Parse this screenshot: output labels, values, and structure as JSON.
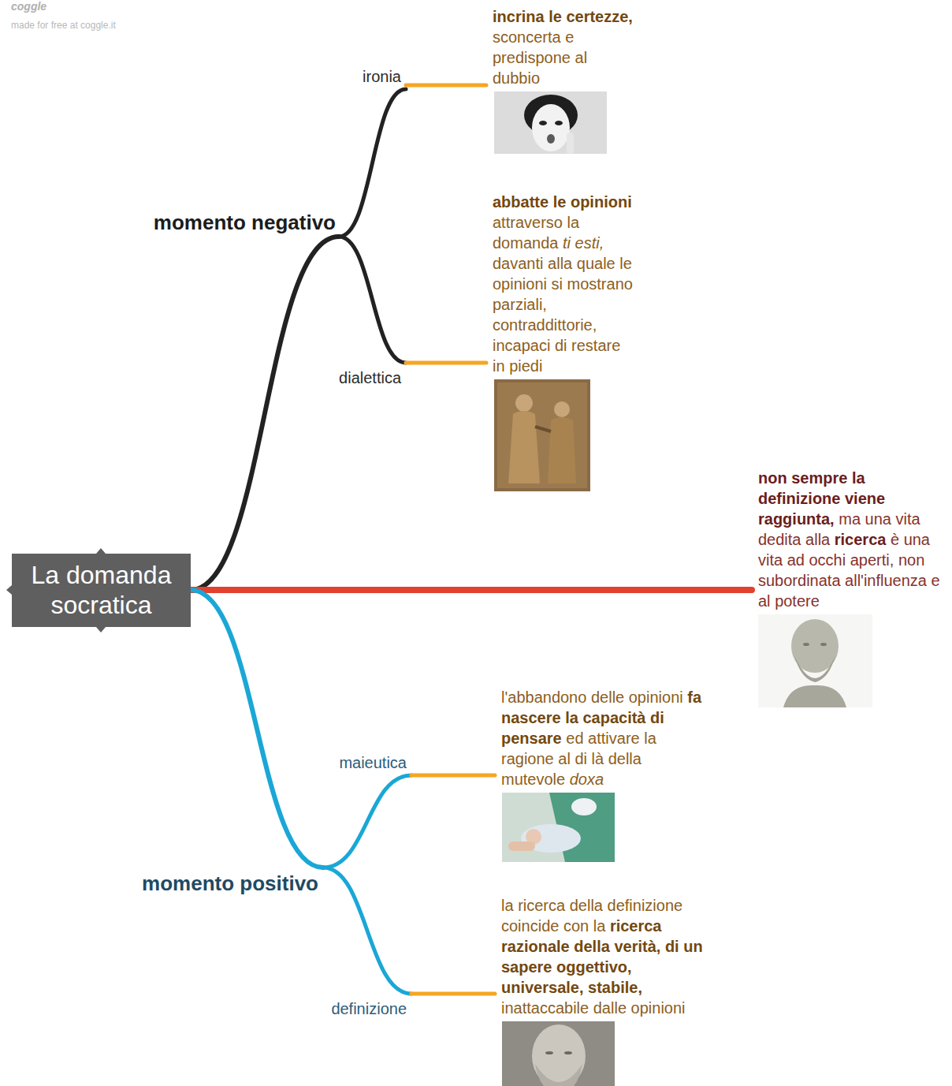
{
  "diagram": {
    "nodes": [
      {
        "text": [
          "La domanda socratica"
        ]
      },
      {
        "text": [
          "momento negativo"
        ]
      },
      {
        "text": [
          "ironia"
        ]
      },
      {
        "text": [
          "incrina le certezze, sconcerta e predispone al dubbio"
        ]
      },
      {
        "text": [
          "dialettica"
        ]
      },
      {
        "text": [
          "abbatte le opinioni attraverso la domanda ti esti, davanti alla quale le opinioni si mostrano parziali, contraddittorie, incapaci di restare in piedi"
        ]
      },
      {
        "text": [
          "non sempre la definizione viene raggiunta, ma una vita dedita alla ricerca è una vita ad occhi aperti, non subordinata all'influenza e al potere"
        ]
      },
      {
        "text": [
          "momento positivo"
        ]
      },
      {
        "text": [
          "maieutica"
        ]
      },
      {
        "text": [
          "l'abbandono delle opinioni fa nascere la capacità di pensare ed attivare la ragione al di là della mutevole doxa"
        ]
      },
      {
        "text": [
          "definizione"
        ]
      },
      {
        "text": [
          "la ricerca della definizione coincide con la ricerca razionale della verità, di un sapere oggettivo, universale, stabile, inattaccabile dalle opinioni"
        ]
      }
    ],
    "edges": [
      {
        "from": 0,
        "to": 1,
        "arrow": "none"
      },
      {
        "from": 1,
        "to": 2,
        "arrow": "none"
      },
      {
        "from": 2,
        "to": 3,
        "arrow": "none"
      },
      {
        "from": 1,
        "to": 4,
        "arrow": "none"
      },
      {
        "from": 4,
        "to": 5,
        "arrow": "none"
      },
      {
        "from": 0,
        "to": 6,
        "arrow": "none"
      },
      {
        "from": 0,
        "to": 7,
        "arrow": "none"
      },
      {
        "from": 7,
        "to": 8,
        "arrow": "none"
      },
      {
        "from": 8,
        "to": 9,
        "arrow": "none"
      },
      {
        "from": 7,
        "to": 10,
        "arrow": "none"
      },
      {
        "from": 10,
        "to": 11,
        "arrow": "none"
      }
    ],
    "labels": [
      "coggle",
      "made for free at coggle.it"
    ]
  }
}
